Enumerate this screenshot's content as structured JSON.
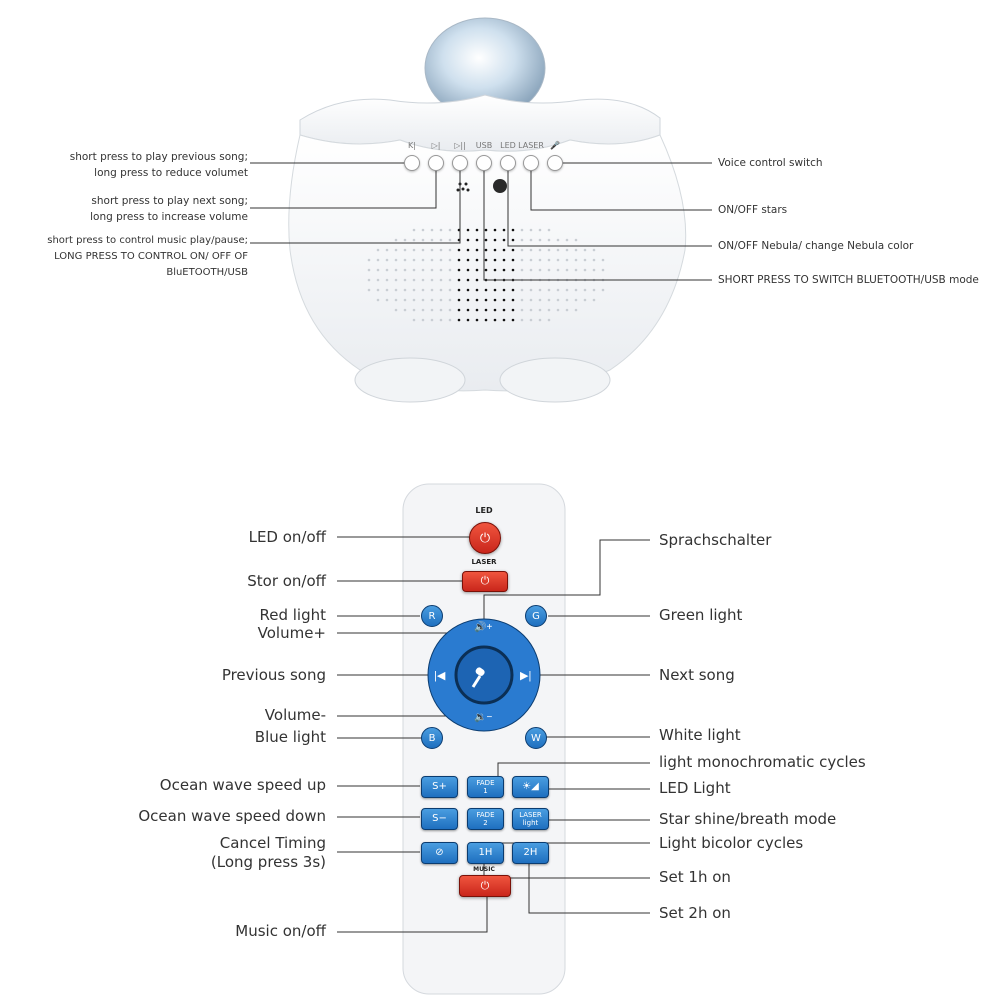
{
  "device": {
    "button_labels": [
      "K|",
      "▷|",
      "▷||",
      "USB",
      "LED",
      "LASER",
      "🎤"
    ],
    "left_labels": [
      {
        "l1": "short press to play previous song;",
        "l2": "long press to reduce volumet"
      },
      {
        "l1": "short press to play next song;",
        "l2": "long press to increase volume"
      },
      {
        "l1": "short press to control music play/pause;",
        "l2": "LONG PRESS TO CONTROL ON/ OFF OF",
        "l3": "BluETOOTH/USB"
      }
    ],
    "right_labels": [
      "Voice control switch",
      "ON/OFF stars",
      "ON/OFF Nebula/ change Nebula color",
      "SHORT PRESS TO SWITCH BLUETOOTH/USB mode"
    ]
  },
  "remote": {
    "top_led_label": "LED",
    "laser_label": "LASER",
    "music_label": "MUSIC",
    "r_label": "R",
    "g_label": "G",
    "b_label": "B",
    "w_label": "W",
    "s_plus": "S+",
    "s_minus": "S−",
    "fade1_a": "FADE",
    "fade1_b": "1",
    "fade2_a": "FADE",
    "fade2_b": "2",
    "laser_light_a": "LASER",
    "laser_light_b": "light",
    "h1": "1H",
    "h2": "2H",
    "left_labels": {
      "led": "LED on/off",
      "stor": "Stor on/off",
      "red": "Red light",
      "volup": "Volume+",
      "prev": "Previous song",
      "voldown": "Volume-",
      "blue": "Blue light",
      "ocean_up": "Ocean wave speed up",
      "ocean_down": "Ocean wave speed down",
      "cancel1": "Cancel Timing",
      "cancel2": "(Long press 3s)",
      "music": "Music on/off"
    },
    "right_labels": {
      "sprach": "Sprachschalter",
      "green": "Green light",
      "next": "Next song",
      "white": "White light",
      "mono": "light monochromatic cycles",
      "ledlight": "LED Light",
      "star": "Star shine/breath mode",
      "bicolor": "Light bicolor cycles",
      "set1h": "Set 1h on",
      "set2h": "Set 2h on"
    }
  },
  "colors": {
    "red": "#d9362a",
    "blue": "#2f86d6",
    "line": "#333333"
  }
}
